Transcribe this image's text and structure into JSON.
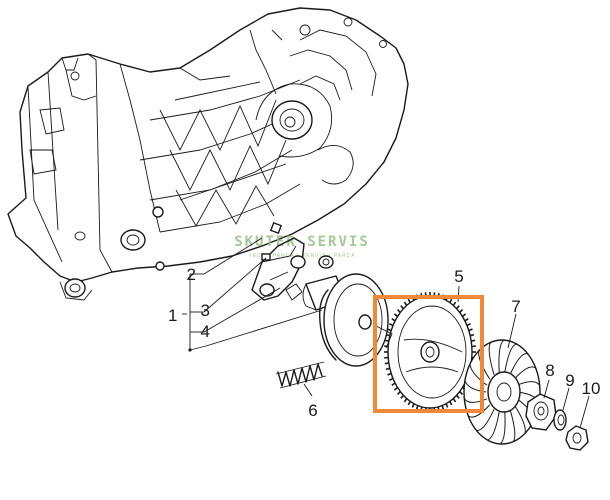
{
  "diagram": {
    "callouts": [
      {
        "id": "1",
        "label": "1"
      },
      {
        "id": "2",
        "label": "2"
      },
      {
        "id": "3",
        "label": "3"
      },
      {
        "id": "4",
        "label": "4"
      },
      {
        "id": "5",
        "label": "5"
      },
      {
        "id": "6",
        "label": "6"
      },
      {
        "id": "7",
        "label": "7"
      },
      {
        "id": "8",
        "label": "8"
      },
      {
        "id": "9",
        "label": "9"
      },
      {
        "id": "10",
        "label": "10"
      }
    ],
    "watermark": {
      "title": "SKUTER SERVIS",
      "subtitle": "YEDEK PARÇA • SERVİS • PARÇA",
      "color": "#9bc48a"
    },
    "highlight": {
      "target_part": "5",
      "color": "#f08a3a"
    }
  }
}
